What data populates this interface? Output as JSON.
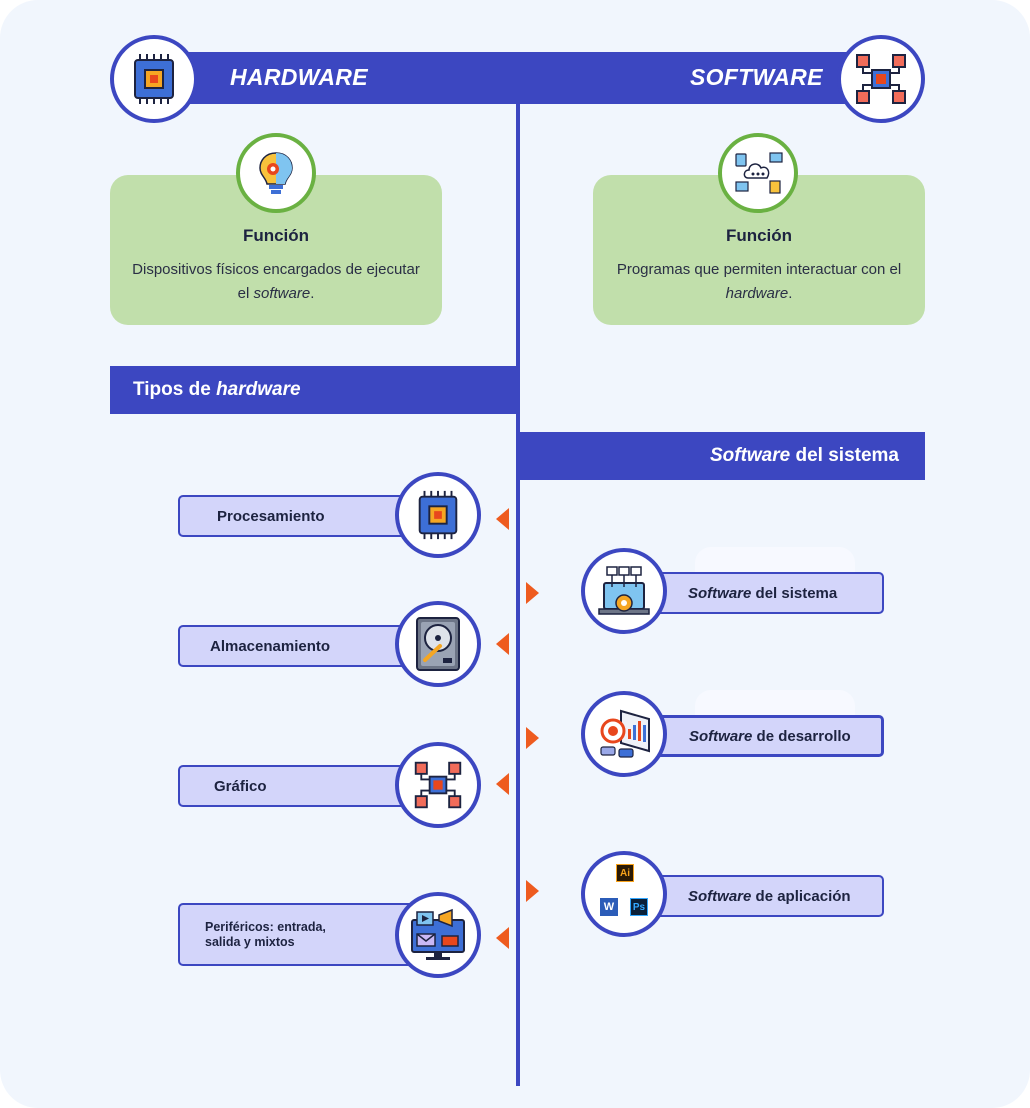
{
  "header": {
    "left_title": "HARDWARE",
    "right_title": "SOFTWARE",
    "left_icon": "circuit-chip-icon",
    "right_icon": "circuit-network-icon"
  },
  "hardware_function": {
    "title": "Función",
    "text_before": "Dispositivos físicos encargados de ejecutar el ",
    "text_italic": "software",
    "text_after": ".",
    "icon": "brain-lightbulb-icon"
  },
  "software_function": {
    "title": "Función",
    "text_before": "Programas que permiten interactuar con el ",
    "text_italic": "hardware",
    "text_after": ".",
    "icon": "cloud-network-icon"
  },
  "hardware_types": {
    "heading_plain": "Tipos de ",
    "heading_italic": "hardware",
    "items": [
      {
        "label": "Procesamiento",
        "icon": "cpu-chip-icon"
      },
      {
        "label": "Almacenamiento",
        "icon": "hard-drive-icon"
      },
      {
        "label": "Gráfico",
        "icon": "circuit-board-icon"
      },
      {
        "label": "Periféricos: entrada, salida y mixtos",
        "icon": "monitor-media-icon"
      }
    ]
  },
  "software_types": {
    "heading_italic": "Software",
    "heading_plain": " del sistema",
    "items": [
      {
        "label_italic": "Software",
        "label_plain": " del sistema",
        "icon": "laptop-gear-icon"
      },
      {
        "label_italic": "Software",
        "label_plain": " de desarrollo",
        "icon": "dev-dashboard-icon"
      },
      {
        "label_italic": "Software",
        "label_plain": " de aplicación",
        "icon": "app-logos-icon"
      }
    ]
  },
  "app_logos": {
    "illustrator": "Ai",
    "word": "W",
    "photoshop": "Ps"
  },
  "colors": {
    "primary": "#3c47c1",
    "function_card": "#c1dfab",
    "pill_fill": "#d3d5fa",
    "arrow": "#ee5b1f",
    "green_ring": "#6ab142",
    "background": "#f1f6fd"
  }
}
